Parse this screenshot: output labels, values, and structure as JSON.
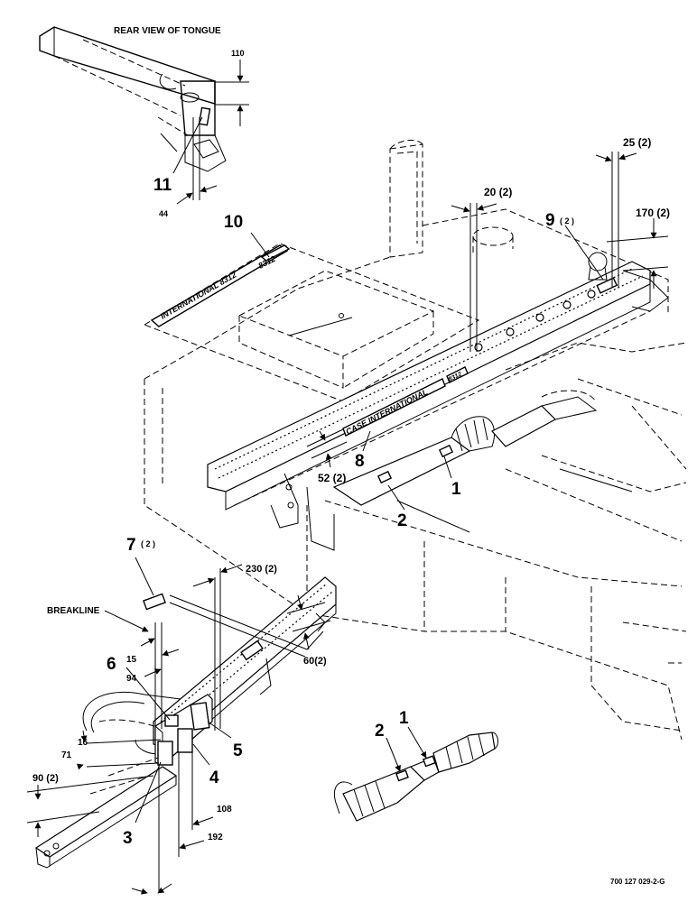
{
  "view_title": "REAR VIEW OF TONGUE",
  "breakline_label": "BREAKLINE",
  "figure_id": "700 127 029-2-G",
  "callouts": {
    "c1_main": "1",
    "c2_main": "2",
    "c3": "3",
    "c4": "4",
    "c5": "5",
    "c6": "6",
    "c7": "7",
    "c7_qty": "( 2 )",
    "c8": "8",
    "c9": "9",
    "c9_qty": "( 2 )",
    "c10": "10",
    "c11": "11",
    "c1_driveline": "1",
    "c2_driveline": "2"
  },
  "dimensions": {
    "d110": "110",
    "d44": "44",
    "d25": "25 (2)",
    "d20": "20 (2)",
    "d170": "170 (2)",
    "d52": "52 (2)",
    "d230": "230 (2)",
    "d15": "15",
    "d94": "94",
    "d60": "60(2)",
    "d16": "16",
    "d71": "71",
    "d90": "90 (2)",
    "d108": "108",
    "d192": "192"
  },
  "decal_text": {
    "tongue_left": "CASE INTERNATIONAL",
    "tongue_right": "8312",
    "shield_left": "INTERNATIONAL 8312",
    "shield_right": "8312"
  }
}
